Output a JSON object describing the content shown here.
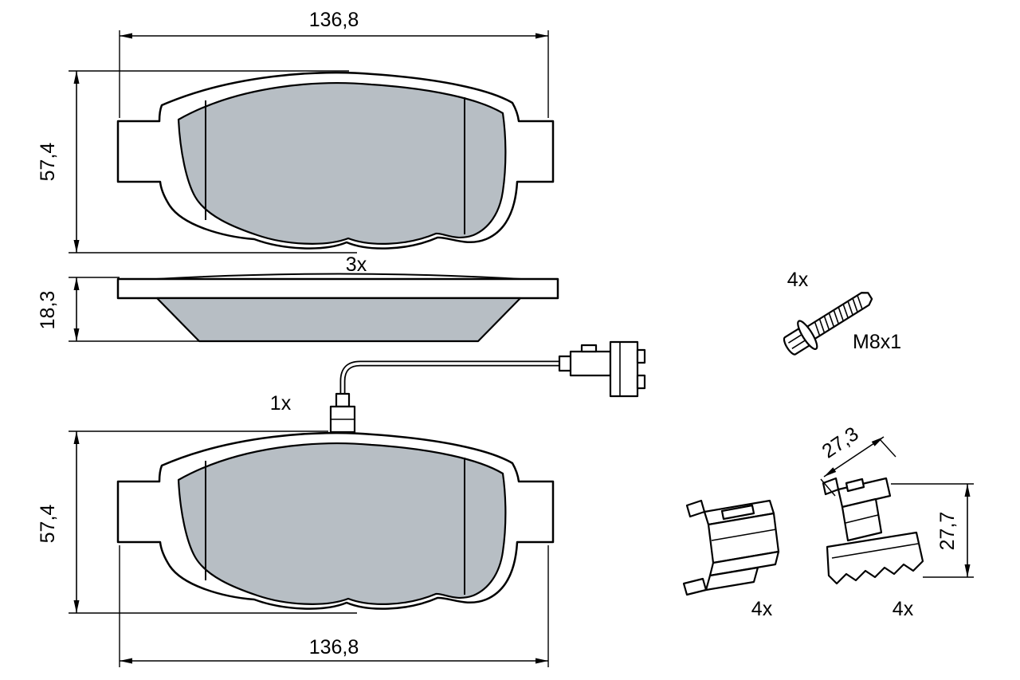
{
  "drawing": {
    "title": "brake-pad-set-technical-drawing",
    "top_pad": {
      "width_label": "136,8",
      "height_label": "57,4",
      "qty_label": "3x"
    },
    "side_view": {
      "thickness_label": "18,3"
    },
    "sensor_pad": {
      "qty_label": "1x",
      "height_label": "57,4",
      "width_label": "136,8"
    },
    "bolt": {
      "qty_label": "4x",
      "thread_label": "M8x1"
    },
    "clip_left": {
      "qty_label": "4x"
    },
    "clip_right": {
      "qty_label": "4x",
      "width_label": "27,3",
      "height_label": "27,7"
    }
  },
  "colors": {
    "background": "#ffffff",
    "line": "#000000",
    "pad_fill": "#b7bec4"
  }
}
